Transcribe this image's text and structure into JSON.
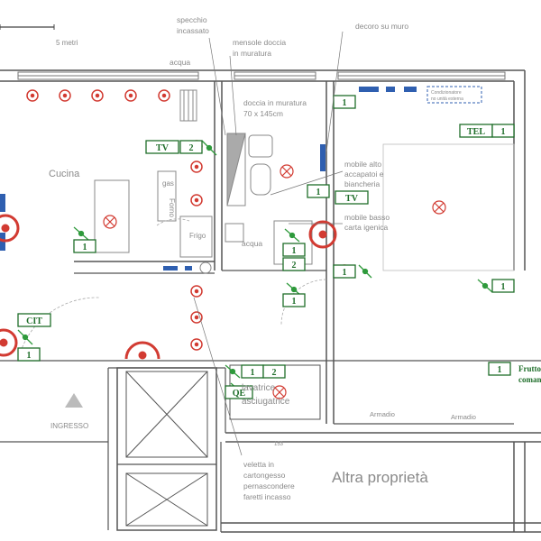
{
  "scale": {
    "label": "5 metri"
  },
  "annotations": {
    "specchio": [
      "specchio",
      "incassato"
    ],
    "mensole": [
      "mensole doccia",
      "in muratura"
    ],
    "decoro": "decoro su muro",
    "acqua_top": "acqua",
    "doccia": [
      "doccia in muratura",
      "70 x 145cm"
    ],
    "mobile_alto": [
      "mobile alto",
      "accapatoi e",
      "biancheria"
    ],
    "mobile_basso": [
      "mobile basso",
      "carta igenica"
    ],
    "acqua_mid": "acqua",
    "velette": [
      "veletta in",
      "cartongesso",
      "pernascondere",
      "faretti incasso"
    ],
    "condizionatore": [
      "Condizionatore",
      "no unità esterna"
    ]
  },
  "rooms": {
    "cucina": "Cucina",
    "forno": "Forno",
    "gas": "gas",
    "frigo": "Frigo",
    "ingresso": "INGRESSO",
    "lavatrice": [
      "lavatrice",
      "asciugatrice"
    ],
    "armadio_1": "Armadio",
    "armadio_2": "Armadio",
    "altra": "Altra proprietà",
    "dim_153": "153"
  },
  "tags": {
    "tv_kitchen": "TV",
    "n2_kitchen": "2",
    "n1_kitchen": "1",
    "cit": "CIT",
    "n1_cit": "1",
    "n1_bath_top": "1",
    "n1_bath_mid": "1",
    "tv_bath": "TV",
    "n1_bath_a": "1",
    "n2_bath_a": "2",
    "n1_bath_b": "1",
    "n1_hall": "1",
    "n1_lav": "1",
    "n2_lav": "2",
    "qe": "QE",
    "tel": "TEL",
    "n1_tel": "1",
    "n1_bed_right": "1",
    "n1_frutto": "1",
    "frutto": [
      "Frutto",
      "comando"
    ]
  },
  "colors": {
    "wall": "#555555",
    "thin": "#9a9a9a",
    "light_red": "#d23b32",
    "tag_green": "#1f6e2a",
    "switch_green": "#2f9a3c",
    "window_blue": "#2f5fb0"
  }
}
